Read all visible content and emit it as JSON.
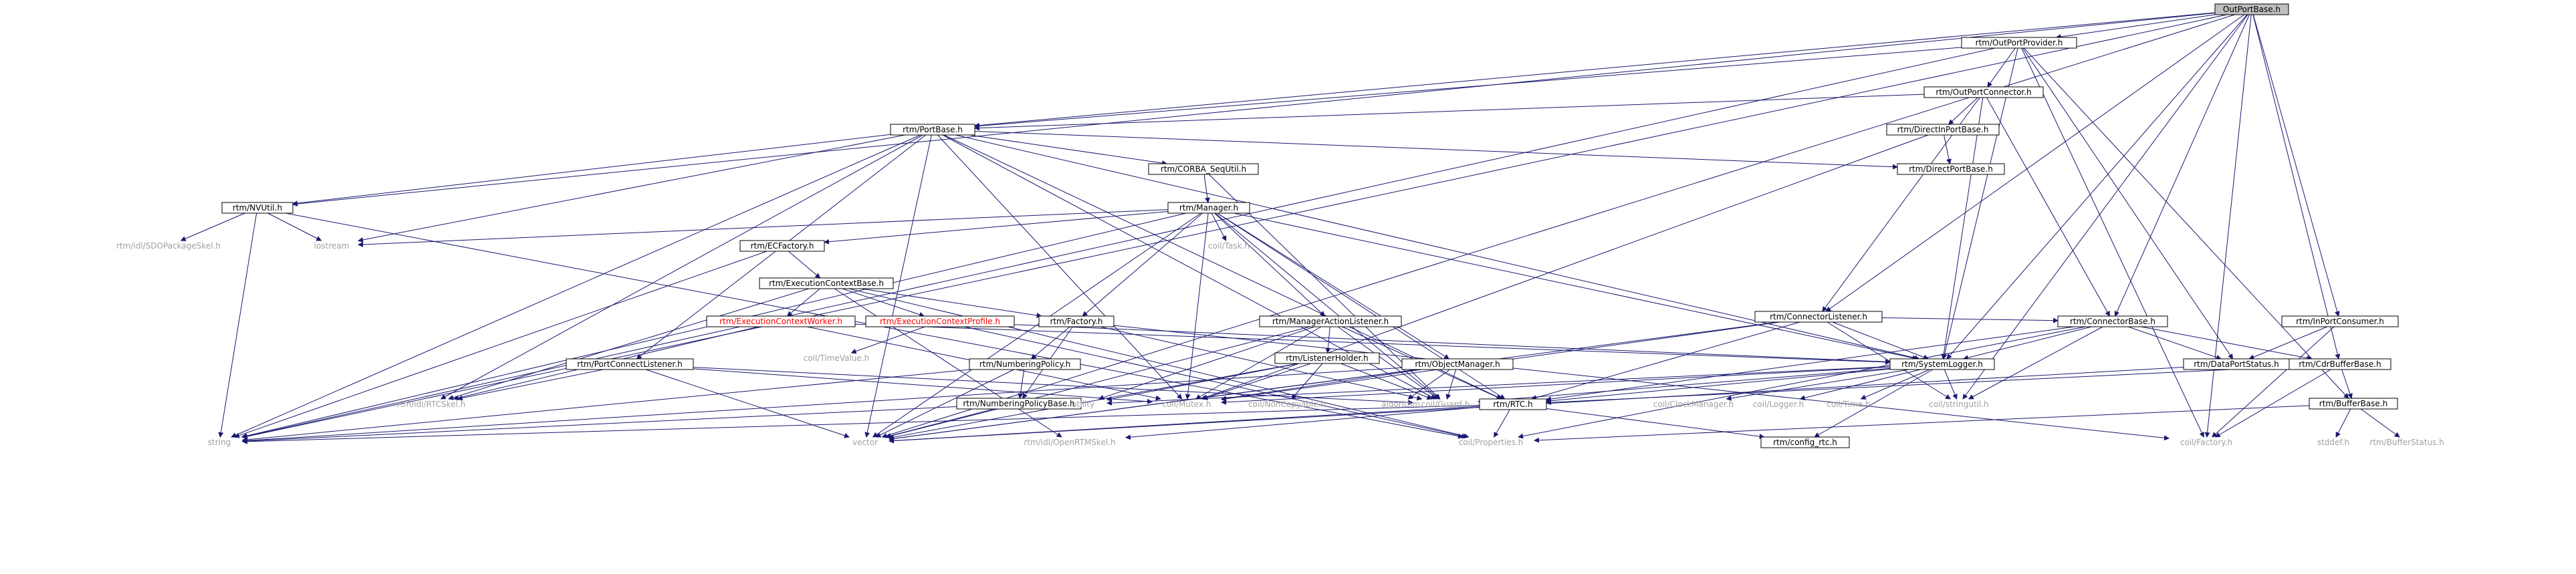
{
  "colors": {
    "edge": "#191970",
    "root_fill": "#bfbfbf",
    "node_fill": "#ffffff",
    "node_border": "#000000",
    "external_text": "#a0a0a0",
    "truncated_border": "#ff0000",
    "truncated_text": "#ff0000"
  },
  "nodes": {
    "outportbase": {
      "label": "OutPortBase.h",
      "kind": "root"
    },
    "outportprovider": {
      "label": "rtm/OutPortProvider.h",
      "kind": "normal"
    },
    "outportconnector": {
      "label": "rtm/OutPortConnector.h",
      "kind": "normal"
    },
    "directinportbase": {
      "label": "rtm/DirectInPortBase.h",
      "kind": "normal"
    },
    "directportbase": {
      "label": "rtm/DirectPortBase.h",
      "kind": "normal"
    },
    "portbase": {
      "label": "rtm/PortBase.h",
      "kind": "normal"
    },
    "corba_sequtil": {
      "label": "rtm/CORBA_SeqUtil.h",
      "kind": "normal"
    },
    "nvutil": {
      "label": "rtm/NVUtil.h",
      "kind": "normal"
    },
    "sdopackageskel": {
      "label": "rtm/idl/SDOPackageSkel.h",
      "kind": "external"
    },
    "iostream": {
      "label": "iostream",
      "kind": "external"
    },
    "manager": {
      "label": "rtm/Manager.h",
      "kind": "normal"
    },
    "coil_task": {
      "label": "coil/Task.h",
      "kind": "external"
    },
    "ecfactory": {
      "label": "rtm/ECFactory.h",
      "kind": "normal"
    },
    "executioncontextbase": {
      "label": "rtm/ExecutionContextBase.h",
      "kind": "normal"
    },
    "ecworker": {
      "label": "rtm/ExecutionContextWorker.h",
      "kind": "truncated"
    },
    "ecprofile": {
      "label": "rtm/ExecutionContextProfile.h",
      "kind": "truncated"
    },
    "factory": {
      "label": "rtm/Factory.h",
      "kind": "normal"
    },
    "coil_timevalue": {
      "label": "coil/TimeValue.h",
      "kind": "external"
    },
    "portconnectlistener": {
      "label": "rtm/PortConnectListener.h",
      "kind": "normal"
    },
    "rtcskel": {
      "label": "rtm/idl/RTCSkel.h",
      "kind": "external"
    },
    "numberingpolicy": {
      "label": "rtm/NumberingPolicy.h",
      "kind": "normal"
    },
    "numberingpolicybase": {
      "label": "rtm/NumberingPolicyBase.h",
      "kind": "normal"
    },
    "managerActionListener": {
      "label": "rtm/ManagerActionListener.h",
      "kind": "normal"
    },
    "listenerholder": {
      "label": "rtm/ListenerHolder.h",
      "kind": "normal"
    },
    "objectmanager": {
      "label": "rtm/ObjectManager.h",
      "kind": "normal"
    },
    "connectorlistener": {
      "label": "rtm/ConnectorListener.h",
      "kind": "normal"
    },
    "connectorbase": {
      "label": "rtm/ConnectorBase.h",
      "kind": "normal"
    },
    "systemlogger": {
      "label": "rtm/SystemLogger.h",
      "kind": "normal"
    },
    "dataportstatus": {
      "label": "rtm/DataPortStatus.h",
      "kind": "normal"
    },
    "cdrbufferbase": {
      "label": "rtm/CdrBufferBase.h",
      "kind": "normal"
    },
    "bufferbase": {
      "label": "rtm/BufferBase.h",
      "kind": "normal"
    },
    "inportconsumer": {
      "label": "rtm/InPortConsumer.h",
      "kind": "normal"
    },
    "rtc": {
      "label": "rtm/RTC.h",
      "kind": "normal"
    },
    "config_rtc": {
      "label": "rtm/config_rtc.h",
      "kind": "normal"
    },
    "utility": {
      "label": "utility",
      "kind": "external"
    },
    "coil_mutex": {
      "label": "coil/Mutex.h",
      "kind": "external"
    },
    "coil_noncopyable": {
      "label": "coil/NonCopyable.h",
      "kind": "external"
    },
    "coil_guard": {
      "label": "coil/Guard.h",
      "kind": "external"
    },
    "algorithm": {
      "label": "algorithm",
      "kind": "external"
    },
    "coil_clockmanager": {
      "label": "coil/ClockManager.h",
      "kind": "external"
    },
    "coil_logger": {
      "label": "coil/Logger.h",
      "kind": "external"
    },
    "coil_time": {
      "label": "coil/Time.h",
      "kind": "external"
    },
    "coil_stringutil": {
      "label": "coil/stringutil.h",
      "kind": "external"
    },
    "string": {
      "label": "string",
      "kind": "external"
    },
    "vector": {
      "label": "vector",
      "kind": "external"
    },
    "openrtmskel": {
      "label": "rtm/idl/OpenRTMSkel.h",
      "kind": "external"
    },
    "coil_properties": {
      "label": "coil/Properties.h",
      "kind": "external"
    },
    "coil_factory": {
      "label": "coil/Factory.h",
      "kind": "external"
    },
    "stddef": {
      "label": "stddef.h",
      "kind": "external"
    },
    "bufferstatus": {
      "label": "rtm/BufferStatus.h",
      "kind": "external"
    }
  },
  "edges": [
    [
      "outportbase",
      "outportprovider"
    ],
    [
      "outportbase",
      "portbase"
    ],
    [
      "outportbase",
      "nvutil"
    ],
    [
      "outportbase",
      "string"
    ],
    [
      "outportbase",
      "vector"
    ],
    [
      "outportbase",
      "connectorlistener"
    ],
    [
      "outportbase",
      "connectorbase"
    ],
    [
      "outportbase",
      "systemlogger"
    ],
    [
      "outportbase",
      "inportconsumer"
    ],
    [
      "outportbase",
      "cdrbufferbase"
    ],
    [
      "outportbase",
      "coil_stringutil"
    ],
    [
      "outportbase",
      "coil_factory"
    ],
    [
      "outportprovider",
      "outportconnector"
    ],
    [
      "outportprovider",
      "portbase"
    ],
    [
      "outportprovider",
      "string"
    ],
    [
      "outportprovider",
      "systemlogger"
    ],
    [
      "outportprovider",
      "dataportstatus"
    ],
    [
      "outportprovider",
      "bufferbase"
    ],
    [
      "outportprovider",
      "coil_factory"
    ],
    [
      "outportconnector",
      "directinportbase"
    ],
    [
      "outportconnector",
      "portbase"
    ],
    [
      "outportconnector",
      "connectorlistener"
    ],
    [
      "outportconnector",
      "connectorbase"
    ],
    [
      "outportconnector",
      "systemlogger"
    ],
    [
      "directinportbase",
      "directportbase"
    ],
    [
      "directinportbase",
      "coil_mutex"
    ],
    [
      "portbase",
      "corba_sequtil"
    ],
    [
      "portbase",
      "nvutil"
    ],
    [
      "portbase",
      "directportbase"
    ],
    [
      "portbase",
      "iostream"
    ],
    [
      "portbase",
      "string"
    ],
    [
      "portbase",
      "vector"
    ],
    [
      "portbase",
      "rtcskel"
    ],
    [
      "portbase",
      "portconnectlistener"
    ],
    [
      "portbase",
      "coil_mutex"
    ],
    [
      "portbase",
      "coil_guard"
    ],
    [
      "portbase",
      "rtc"
    ],
    [
      "portbase",
      "systemlogger"
    ],
    [
      "corba_sequtil",
      "manager"
    ],
    [
      "corba_sequtil",
      "coil_guard"
    ],
    [
      "nvutil",
      "sdopackageskel"
    ],
    [
      "nvutil",
      "iostream"
    ],
    [
      "nvutil",
      "string"
    ],
    [
      "nvutil",
      "coil_properties"
    ],
    [
      "manager",
      "iostream"
    ],
    [
      "manager",
      "coil_task"
    ],
    [
      "manager",
      "ecfactory"
    ],
    [
      "manager",
      "factory"
    ],
    [
      "manager",
      "managerActionListener"
    ],
    [
      "manager",
      "objectmanager"
    ],
    [
      "manager",
      "systemlogger"
    ],
    [
      "manager",
      "coil_mutex"
    ],
    [
      "manager",
      "coil_guard"
    ],
    [
      "manager",
      "rtc"
    ],
    [
      "manager",
      "string"
    ],
    [
      "manager",
      "vector"
    ],
    [
      "ecfactory",
      "executioncontextbase"
    ],
    [
      "ecfactory",
      "string"
    ],
    [
      "executioncontextbase",
      "ecworker"
    ],
    [
      "executioncontextbase",
      "ecprofile"
    ],
    [
      "executioncontextbase",
      "factory"
    ],
    [
      "executioncontextbase",
      "rtcskel"
    ],
    [
      "executioncontextbase",
      "openrtmskel"
    ],
    [
      "executioncontextbase",
      "coil_properties"
    ],
    [
      "ecworker",
      "systemlogger"
    ],
    [
      "ecworker",
      "rtcskel"
    ],
    [
      "ecworker",
      "coil_mutex"
    ],
    [
      "ecprofile",
      "systemlogger"
    ],
    [
      "ecprofile",
      "coil_timevalue"
    ],
    [
      "ecprofile",
      "coil_properties"
    ],
    [
      "factory",
      "numberingpolicy"
    ],
    [
      "factory",
      "numberingpolicybase"
    ],
    [
      "factory",
      "coil_factory"
    ],
    [
      "factory",
      "coil_guard"
    ],
    [
      "numberingpolicy",
      "numberingpolicybase"
    ],
    [
      "numberingpolicy",
      "string"
    ],
    [
      "numberingpolicy",
      "vector"
    ],
    [
      "numberingpolicybase",
      "vector"
    ],
    [
      "numberingpolicybase",
      "string"
    ],
    [
      "portconnectlistener",
      "rtcskel"
    ],
    [
      "portconnectlistener",
      "coil_mutex"
    ],
    [
      "portconnectlistener",
      "coil_guard"
    ],
    [
      "portconnectlistener",
      "vector"
    ],
    [
      "managerActionListener",
      "listenerholder"
    ],
    [
      "managerActionListener",
      "coil_mutex"
    ],
    [
      "managerActionListener",
      "coil_guard"
    ],
    [
      "managerActionListener",
      "utility"
    ],
    [
      "managerActionListener",
      "rtc"
    ],
    [
      "managerActionListener",
      "vector"
    ],
    [
      "listenerholder",
      "coil_mutex"
    ],
    [
      "listenerholder",
      "coil_noncopyable"
    ],
    [
      "listenerholder",
      "coil_guard"
    ],
    [
      "listenerholder",
      "vector"
    ],
    [
      "listenerholder",
      "utility"
    ],
    [
      "objectmanager",
      "algorithm"
    ],
    [
      "objectmanager",
      "coil_mutex"
    ],
    [
      "objectmanager",
      "coil_guard"
    ],
    [
      "objectmanager",
      "vector"
    ],
    [
      "objectmanager",
      "string"
    ],
    [
      "connectorlistener",
      "connectorbase"
    ],
    [
      "connectorlistener",
      "rtc"
    ],
    [
      "connectorlistener",
      "coil_mutex"
    ],
    [
      "connectorlistener",
      "systemlogger"
    ],
    [
      "connectorlistener",
      "coil_stringutil"
    ],
    [
      "connectorlistener",
      "vector"
    ],
    [
      "connectorbase",
      "systemlogger"
    ],
    [
      "connectorbase",
      "dataportstatus"
    ],
    [
      "connectorbase",
      "cdrbufferbase"
    ],
    [
      "connectorbase",
      "rtc"
    ],
    [
      "connectorbase",
      "coil_stringutil"
    ],
    [
      "connectorbase",
      "coil_properties"
    ],
    [
      "systemlogger",
      "rtc"
    ],
    [
      "systemlogger",
      "coil_clockmanager"
    ],
    [
      "systemlogger",
      "coil_logger"
    ],
    [
      "systemlogger",
      "coil_time"
    ],
    [
      "systemlogger",
      "coil_stringutil"
    ],
    [
      "systemlogger",
      "coil_mutex"
    ],
    [
      "systemlogger",
      "coil_guard"
    ],
    [
      "systemlogger",
      "config_rtc"
    ],
    [
      "systemlogger",
      "utility"
    ],
    [
      "dataportstatus",
      "vector"
    ],
    [
      "cdrbufferbase",
      "bufferbase"
    ],
    [
      "cdrbufferbase",
      "coil_factory"
    ],
    [
      "cdrbufferbase",
      "rtc"
    ],
    [
      "bufferbase",
      "stddef"
    ],
    [
      "bufferbase",
      "bufferstatus"
    ],
    [
      "bufferbase",
      "coil_properties"
    ],
    [
      "inportconsumer",
      "dataportstatus"
    ],
    [
      "inportconsumer",
      "coil_factory"
    ],
    [
      "rtc",
      "config_rtc"
    ],
    [
      "rtc",
      "openrtmskel"
    ],
    [
      "rtc",
      "vector"
    ],
    [
      "rtc",
      "string"
    ],
    [
      "rtc",
      "coil_properties"
    ]
  ]
}
